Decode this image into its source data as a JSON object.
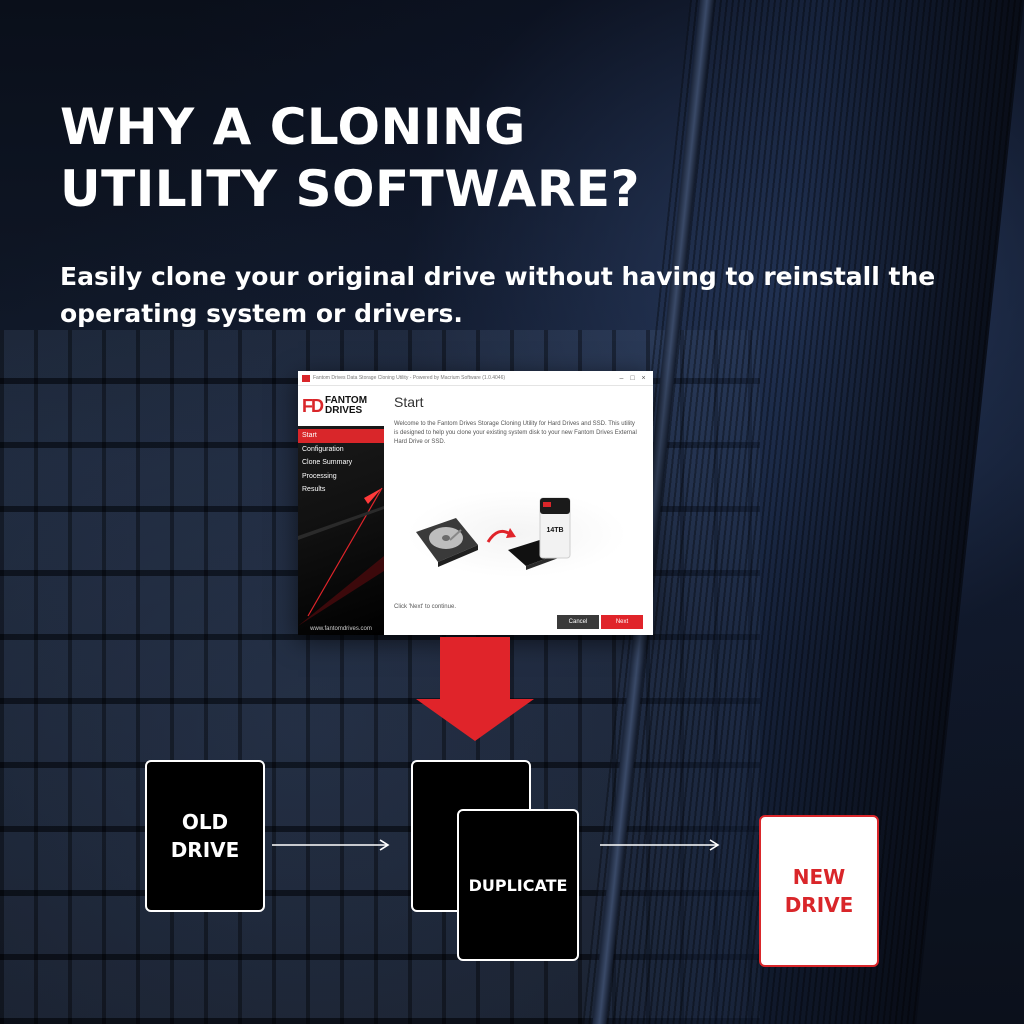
{
  "headline": {
    "line1": "WHY A CLONING",
    "line2": "UTILITY SOFTWARE?"
  },
  "subhead": {
    "line1": "Easily clone your original drive without having to reinstall the",
    "line2": "operating system or drivers."
  },
  "app": {
    "window_title": "Fantom Drives Data Storage Cloning Utility - Powered by Macrium Software (1.0.4046)",
    "logo_mark": "FD",
    "logo_line1": "FANTOM",
    "logo_line2": "DRIVES",
    "nav": [
      {
        "label": "Start",
        "active": true
      },
      {
        "label": "Configuration",
        "active": false
      },
      {
        "label": "Clone Summary",
        "active": false
      },
      {
        "label": "Processing",
        "active": false
      },
      {
        "label": "Results",
        "active": false
      }
    ],
    "url": "www.fantomdrives.com",
    "page_title": "Start",
    "description": "Welcome to the Fantom Drives Storage Cloning Utility for Hard Drives and SSD. This utility is designed to help you clone your existing system disk to your new Fantom Drives External Hard Drive or SSD.",
    "illustration_label": "14TB",
    "continue_text": "Click 'Next' to continue.",
    "cancel_label": "Cancel",
    "next_label": "Next",
    "accent_color": "#d9262a"
  },
  "flow": {
    "old_line1": "OLD",
    "old_line2": "DRIVE",
    "duplicate": "DUPLICATE",
    "new_line1": "NEW",
    "new_line2": "DRIVE"
  }
}
